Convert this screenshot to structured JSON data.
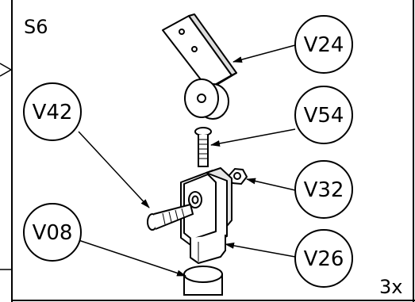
{
  "step": "S6",
  "quantity": "3x",
  "callouts": {
    "v24": "V24",
    "v42": "V42",
    "v54": "V54",
    "v32": "V32",
    "v08": "V08",
    "v26": "V26"
  }
}
